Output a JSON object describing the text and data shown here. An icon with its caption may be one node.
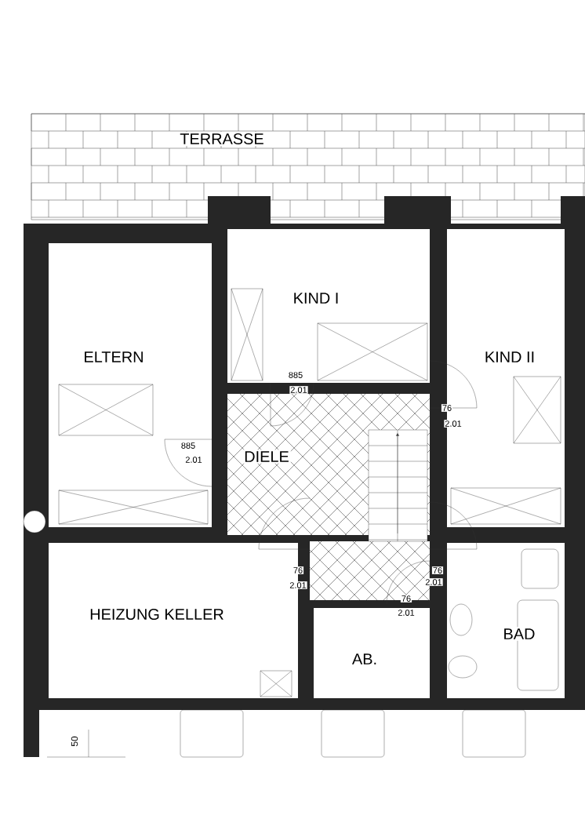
{
  "diagram": {
    "nodes": [
      {
        "text": [
          "TERRASSE"
        ]
      },
      {
        "text": [
          "ELTERN"
        ]
      },
      {
        "text": [
          "KIND I"
        ]
      },
      {
        "text": [
          "KIND II"
        ]
      },
      {
        "text": [
          "DIELE"
        ]
      },
      {
        "text": [
          "HEIZUNG KELLER"
        ]
      },
      {
        "text": [
          "AB."
        ]
      },
      {
        "text": [
          "BAD"
        ]
      }
    ],
    "labels": [
      "885",
      "2.01",
      "76",
      "2.01",
      "885",
      "2.01",
      "76",
      "2.01",
      "76",
      "2.01",
      "76",
      "2.01",
      "50"
    ]
  }
}
